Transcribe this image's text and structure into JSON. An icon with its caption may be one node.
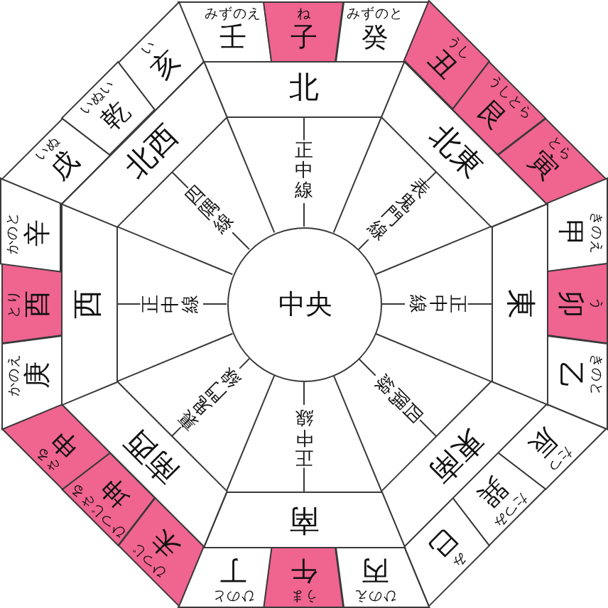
{
  "diagram": {
    "nodes": [
      {
        "text": [
          "みずのえ",
          "壬"
        ]
      },
      {
        "text": [
          "ね",
          "子"
        ]
      },
      {
        "text": [
          "みずのと",
          "癸"
        ]
      },
      {
        "text": [
          "うし",
          "丑"
        ]
      },
      {
        "text": [
          "うしとら",
          "艮"
        ]
      },
      {
        "text": [
          "とら",
          "寅"
        ]
      },
      {
        "text": [
          "きのえ",
          "甲"
        ]
      },
      {
        "text": [
          "う",
          "卯"
        ]
      },
      {
        "text": [
          "きのと",
          "乙"
        ]
      },
      {
        "text": [
          "たつ",
          "辰"
        ]
      },
      {
        "text": [
          "たつみ",
          "巽"
        ]
      },
      {
        "text": [
          "み",
          "巳"
        ]
      },
      {
        "text": [
          "ひのえ",
          "丙"
        ]
      },
      {
        "text": [
          "うま",
          "午"
        ]
      },
      {
        "text": [
          "ひのと",
          "丁"
        ]
      },
      {
        "text": [
          "ひつじ",
          "未"
        ]
      },
      {
        "text": [
          "ひつじさる",
          "坤"
        ]
      },
      {
        "text": [
          "さる",
          "申"
        ]
      },
      {
        "text": [
          "かのえ",
          "庚"
        ]
      },
      {
        "text": [
          "とり",
          "酉"
        ]
      },
      {
        "text": [
          "かのと",
          "辛"
        ]
      },
      {
        "text": [
          "いぬ",
          "戌"
        ]
      },
      {
        "text": [
          "いぬい",
          "乾"
        ]
      },
      {
        "text": [
          "い",
          "亥"
        ]
      },
      {
        "text": [
          "北"
        ]
      },
      {
        "text": [
          "北東"
        ]
      },
      {
        "text": [
          "東"
        ]
      },
      {
        "text": [
          "東南"
        ]
      },
      {
        "text": [
          "南"
        ]
      },
      {
        "text": [
          "南西"
        ]
      },
      {
        "text": [
          "西"
        ]
      },
      {
        "text": [
          "北西"
        ]
      },
      {
        "text": [
          "中央"
        ]
      }
    ],
    "edges": [
      {
        "from": 32,
        "to": 24,
        "arrow": "none",
        "label": "正中線"
      },
      {
        "from": 32,
        "to": 25,
        "arrow": "none",
        "label": "表鬼門線"
      },
      {
        "from": 32,
        "to": 26,
        "arrow": "none",
        "label": "正中線"
      },
      {
        "from": 32,
        "to": 27,
        "arrow": "none",
        "label": "四隅線"
      },
      {
        "from": 32,
        "to": 28,
        "arrow": "none",
        "label": "正中線"
      },
      {
        "from": 32,
        "to": 29,
        "arrow": "none",
        "label": "裏鬼門線"
      },
      {
        "from": 32,
        "to": 30,
        "arrow": "none",
        "label": "正中線"
      },
      {
        "from": 32,
        "to": 31,
        "arrow": "none",
        "label": "四隅線"
      }
    ]
  }
}
